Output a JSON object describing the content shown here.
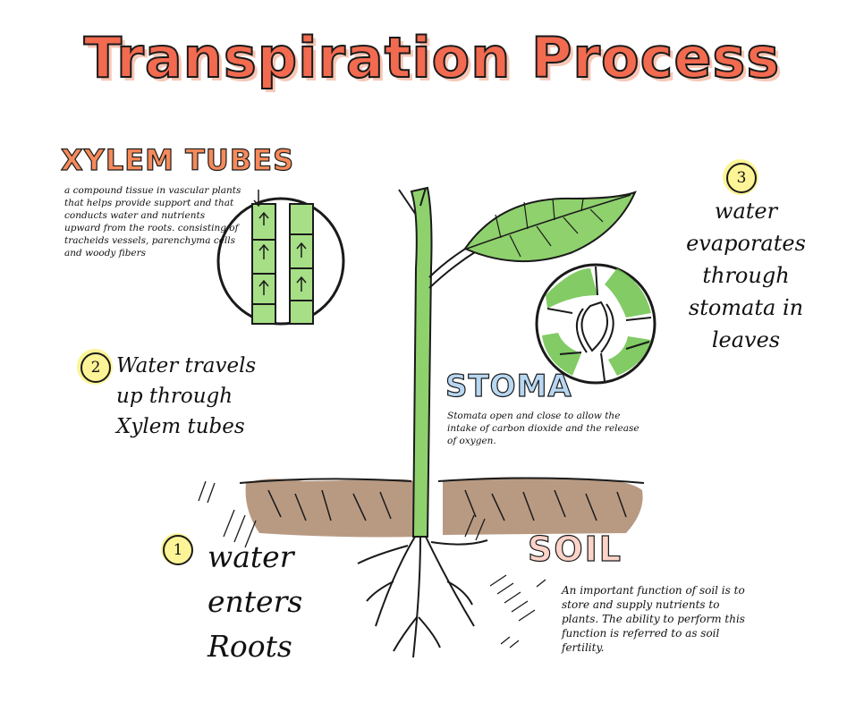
{
  "title": "Transpiration Process",
  "xylem": {
    "heading": "XYLEM TUBES",
    "description": "a compound tissue in vascular plants that helps provide support and that conducts water and nutrients upward from the roots. consisting of tracheids vessels, parenchyma cells and woody fibers"
  },
  "stoma": {
    "heading": "STOMA",
    "description": "Stomata open and close to allow the intake of carbon dioxide and the release of oxygen."
  },
  "soil": {
    "heading": "SOIL",
    "description": "An important function of soil is to store and supply nutrients to plants. The ability to perform this function is referred to as soil fertility."
  },
  "steps": [
    {
      "number": "1",
      "text": "water enters Roots"
    },
    {
      "number": "2",
      "text": "Water travels up through Xylem tubes"
    },
    {
      "number": "3",
      "text": "water evaporates through stomata in leaves"
    }
  ],
  "colors": {
    "title_fill": "#f26a4f",
    "leaf_green": "#6cc24a",
    "soil_brown": "#a0785a",
    "highlight_yellow": "#fbf06a",
    "stoma_blue": "#b7d7f2"
  }
}
